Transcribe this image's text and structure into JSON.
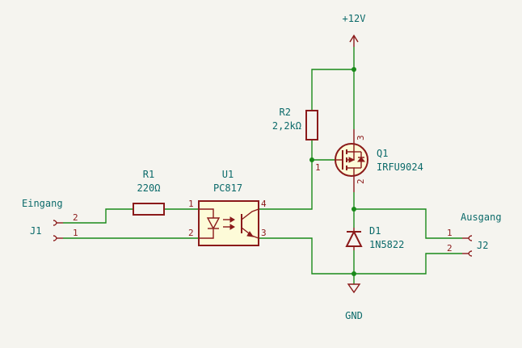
{
  "power": {
    "vcc": "+12V",
    "gnd": "GND"
  },
  "labels": {
    "input": "Eingang",
    "output": "Ausgang"
  },
  "components": {
    "J1": {
      "ref": "J1",
      "pin1": "1",
      "pin2": "2"
    },
    "J2": {
      "ref": "J2",
      "pin1": "1",
      "pin2": "2"
    },
    "R1": {
      "ref": "R1",
      "value": "220Ω"
    },
    "R2": {
      "ref": "R2",
      "value": "2,2kΩ"
    },
    "U1": {
      "ref": "U1",
      "value": "PC817",
      "pin1": "1",
      "pin2": "2",
      "pin3": "3",
      "pin4": "4"
    },
    "Q1": {
      "ref": "Q1",
      "value": "IRFU9024",
      "pin1": "1",
      "pin2": "2",
      "pin3": "3"
    },
    "D1": {
      "ref": "D1",
      "value": "1N5822"
    }
  },
  "colors": {
    "wire": "#1a8a1a",
    "component": "#8b1a1a",
    "text": "#0b6a6a",
    "fill": "#fdfbd8",
    "background": "#f5f4ef"
  }
}
